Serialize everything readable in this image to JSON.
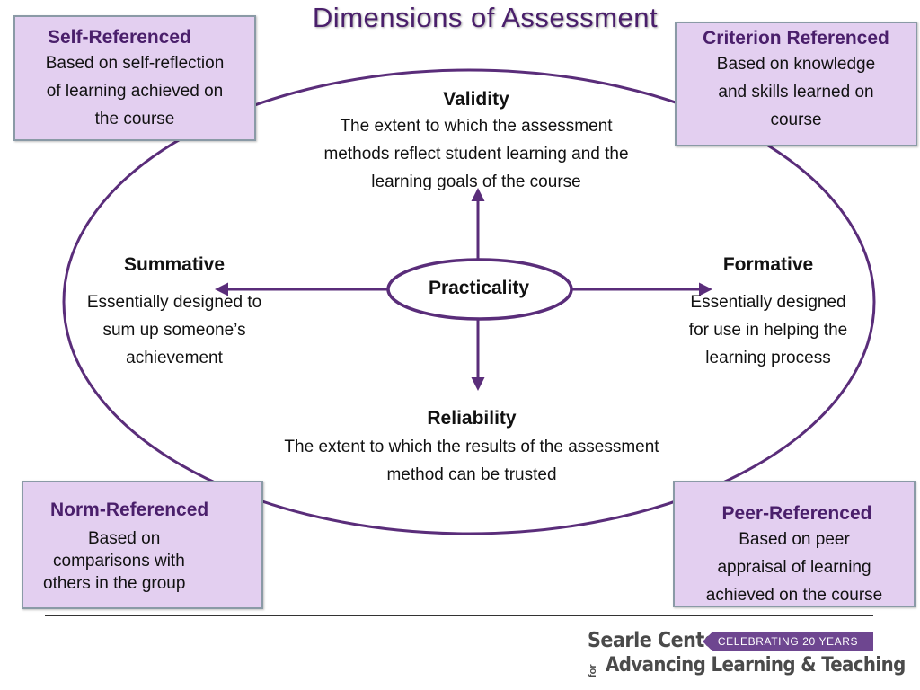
{
  "title": "Dimensions of Assessment",
  "colors": {
    "accent": "#4a1f6b",
    "box_fill": "#e3cff0",
    "box_border": "#8a9aa6",
    "line": "#5a2d7a"
  },
  "corners": {
    "top_left": {
      "heading": "Self-Referenced",
      "lines": [
        "Based on self-reflection",
        "of learning achieved on",
        "the course"
      ]
    },
    "top_right": {
      "heading": "Criterion Referenced",
      "lines": [
        "Based on knowledge",
        "and skills learned on",
        "course"
      ]
    },
    "bottom_left": {
      "heading": "Norm-Referenced",
      "lines": [
        "Based on",
        "comparisons with",
        "others in the group"
      ]
    },
    "bottom_right": {
      "heading": "Peer-Referenced",
      "lines": [
        "Based on peer",
        "appraisal of learning",
        "achieved on the course"
      ]
    }
  },
  "center": {
    "label": "Practicality"
  },
  "axes": {
    "top": {
      "heading": "Validity",
      "lines": [
        "The extent to which the assessment",
        "methods reflect student learning and the",
        "learning goals of the course"
      ]
    },
    "bottom": {
      "heading": "Reliability",
      "lines": [
        "The extent to which the results of the assessment",
        "method can be trusted"
      ]
    },
    "left": {
      "heading": "Summative",
      "lines": [
        "Essentially designed to",
        "sum up someone’s",
        "achievement"
      ]
    },
    "right": {
      "heading": "Formative",
      "lines": [
        "Essentially designed",
        "for use in helping the",
        "learning process"
      ]
    }
  },
  "logo": {
    "name": "Searle Center",
    "banner": "CELEBRATING 20 YEARS",
    "for_word": "for",
    "tagline": "Advancing Learning & Teaching"
  }
}
